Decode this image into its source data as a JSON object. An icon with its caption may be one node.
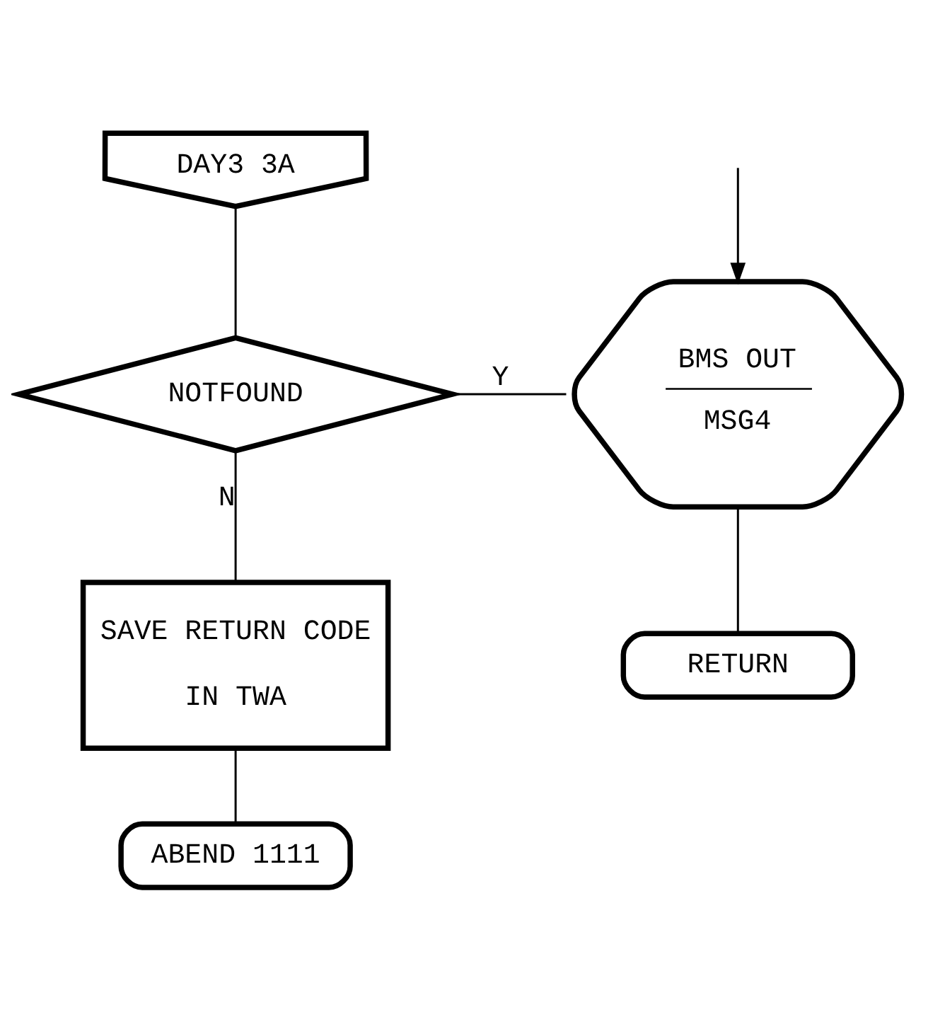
{
  "diagram": {
    "nodes": [
      {
        "text": [
          "DAY3 3A"
        ]
      },
      {
        "text": [
          "NOTFOUND"
        ]
      },
      {
        "text": [
          "BMS OUT",
          "MSG4"
        ]
      },
      {
        "text": [
          "SAVE RETURN CODE IN TWA"
        ]
      },
      {
        "text": [
          "RETURN"
        ]
      },
      {
        "text": [
          "ABEND 1111"
        ]
      }
    ],
    "edges": [
      {
        "from": 0,
        "to": 1,
        "arrow": "none"
      },
      {
        "from": 1,
        "to": 2,
        "arrow": "none",
        "label": "Y"
      },
      {
        "from": 1,
        "to": 3,
        "arrow": "none",
        "label": "N"
      },
      {
        "from": null,
        "to": 2,
        "arrow": "to"
      },
      {
        "from": 2,
        "to": 4,
        "arrow": "none"
      },
      {
        "from": 3,
        "to": 5,
        "arrow": "none"
      }
    ]
  }
}
